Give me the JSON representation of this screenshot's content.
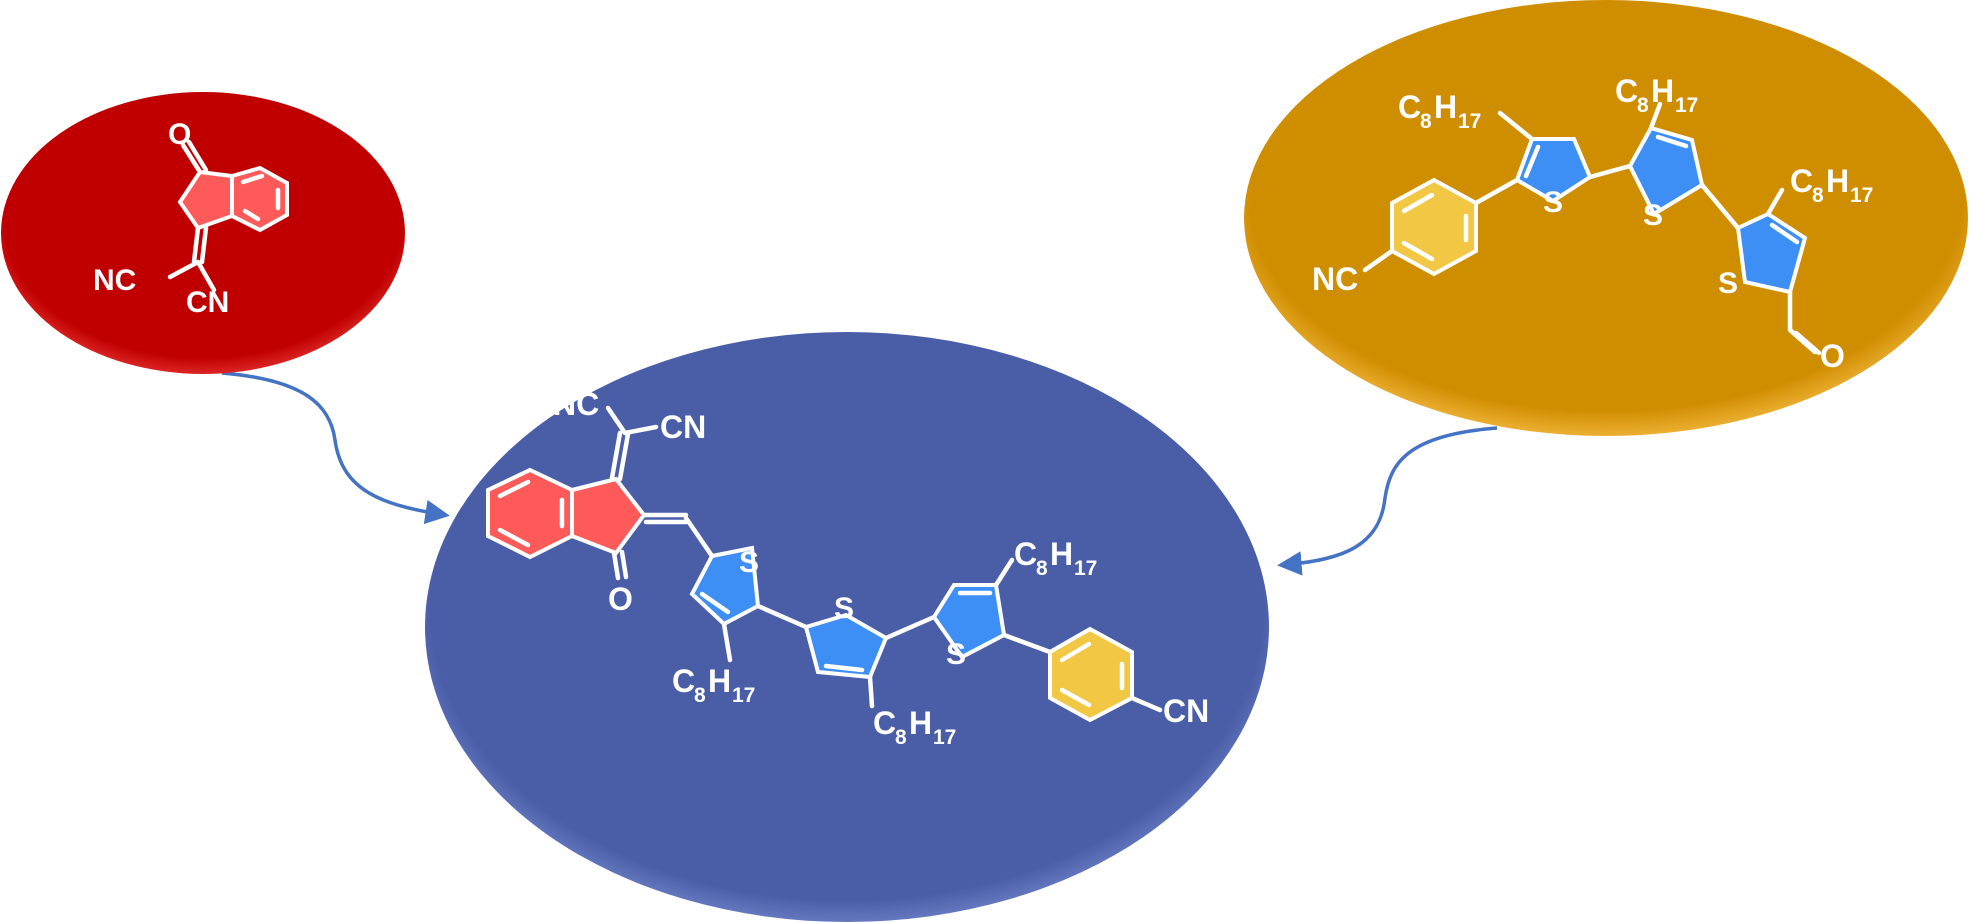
{
  "colors": {
    "background": "#ffffff",
    "acceptor_ellipse": "#c00000",
    "acceptor_ring": "#ff5a5a",
    "product_ellipse": "#4a5ea8",
    "donor_ellipse": "#cf8d00",
    "thiophene_ring": "#3d8ff5",
    "phenyl_ring": "#f2c744",
    "arrow": "#4472c4",
    "text": "#ffffff"
  },
  "acceptor": {
    "labels": {
      "oxygen": "O",
      "nc": "NC",
      "cn": "CN"
    }
  },
  "donor": {
    "labels": {
      "c8h17_a": {
        "c": "C",
        "c_sub": "8",
        "h": "H",
        "h_sub": "17"
      },
      "c8h17_b": {
        "c": "C",
        "c_sub": "8",
        "h": "H",
        "h_sub": "17"
      },
      "c8h17_c": {
        "c": "C",
        "c_sub": "8",
        "h": "H",
        "h_sub": "17"
      },
      "s1": "S",
      "s2": "S",
      "s3": "S",
      "nc": "NC",
      "aldehyde_o": "O"
    }
  },
  "product": {
    "labels": {
      "nc": "NC",
      "cn_top": "CN",
      "oxygen": "O",
      "s1": "S",
      "s2": "S",
      "s3": "S",
      "c8h17_a": {
        "c": "C",
        "c_sub": "8",
        "h": "H",
        "h_sub": "17"
      },
      "c8h17_b": {
        "c": "C",
        "c_sub": "8",
        "h": "H",
        "h_sub": "17"
      },
      "c8h17_c": {
        "c": "C",
        "c_sub": "8",
        "h": "H",
        "h_sub": "17"
      },
      "cn_end": "CN"
    }
  },
  "arrows": [
    {
      "from": "acceptor",
      "to": "product"
    },
    {
      "from": "donor",
      "to": "product"
    }
  ]
}
